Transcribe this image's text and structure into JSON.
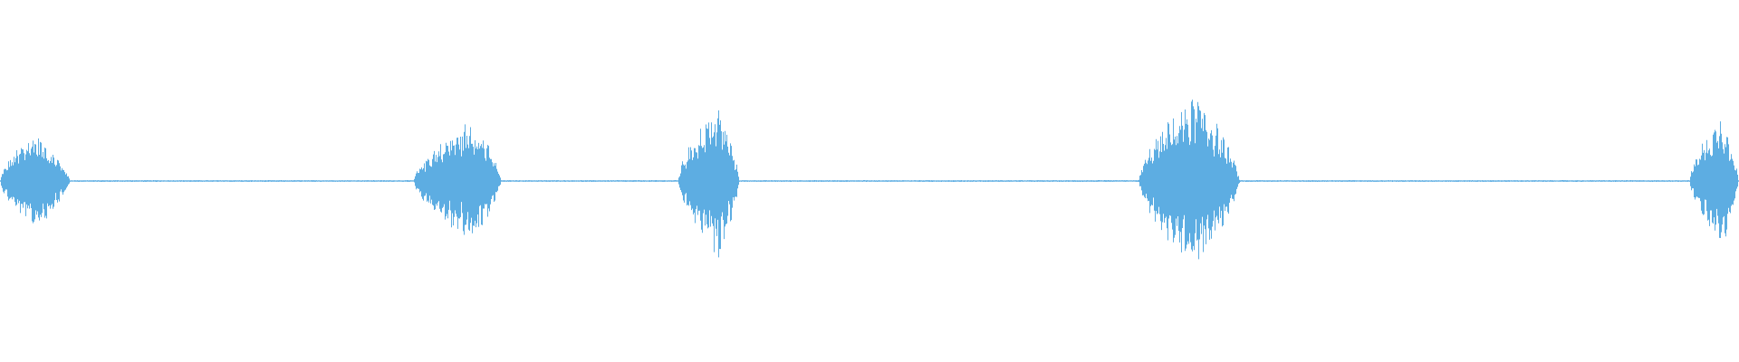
{
  "waveform": {
    "color": "#5DADE2",
    "background": "#FFFFFF",
    "baseline_amplitude": 0.006,
    "bursts": [
      {
        "start": 0.0,
        "peak": 0.02,
        "end": 0.04,
        "amplitude": 0.36
      },
      {
        "start": 0.238,
        "peak": 0.272,
        "end": 0.288,
        "amplitude": 0.45
      },
      {
        "start": 0.39,
        "peak": 0.413,
        "end": 0.425,
        "amplitude": 0.55
      },
      {
        "start": 0.655,
        "peak": 0.688,
        "end": 0.713,
        "amplitude": 0.63
      },
      {
        "start": 0.972,
        "peak": 0.991,
        "end": 1.0,
        "amplitude": 0.48
      }
    ]
  }
}
